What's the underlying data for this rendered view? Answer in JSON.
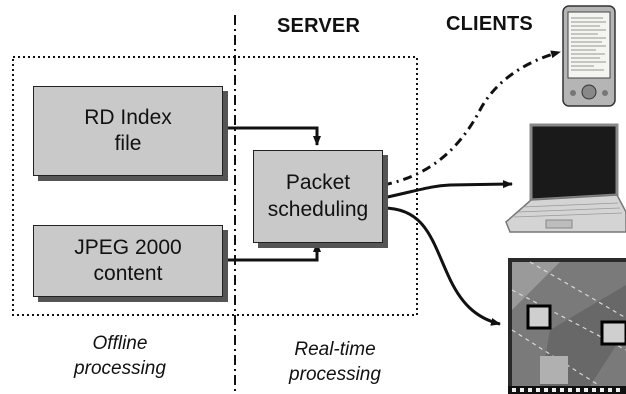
{
  "headers": {
    "server": "SERVER",
    "clients": "CLIENTS"
  },
  "boxes": {
    "rd_index": "RD Index\nfile",
    "jpeg2000": "JPEG 2000\ncontent",
    "packet_scheduling": "Packet\nscheduling"
  },
  "captions": {
    "offline": "Offline\nprocessing",
    "realtime": "Real-time\nprocessing"
  },
  "colors": {
    "box_fill": "#c9c9c9",
    "box_shadow": "#555555",
    "line": "#111111"
  },
  "clients": [
    {
      "icon": "pda-icon"
    },
    {
      "icon": "laptop-icon"
    },
    {
      "icon": "surveillance-screen-icon"
    }
  ]
}
